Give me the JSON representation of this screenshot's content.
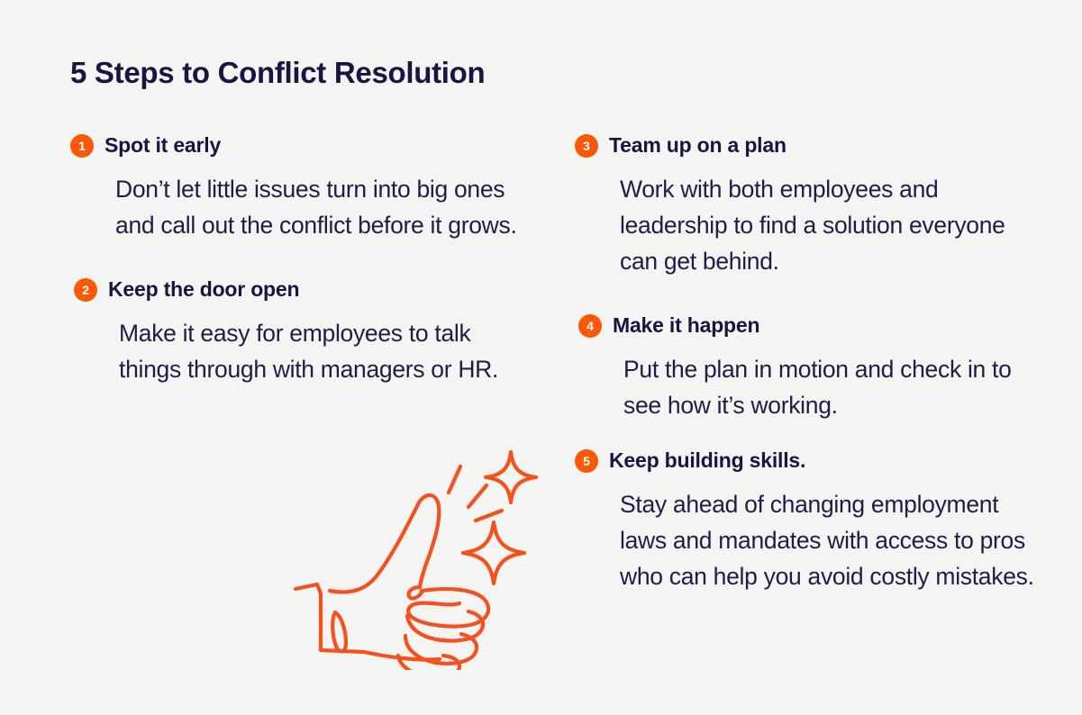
{
  "header": {
    "title": "5 Steps to Conflict Resolution"
  },
  "colors": {
    "background": "#f4f4f3",
    "accent_orange": "#fa5805",
    "text_navy": "#1d1240",
    "body_navy": "#231b47",
    "badge_text": "#ffffff"
  },
  "columns": {
    "left": [
      {
        "number": "1",
        "title": "Spot it early",
        "body": "Don’t let little issues turn into big ones and call out the conflict before it grows."
      },
      {
        "number": "2",
        "title": "Keep the door open",
        "body": "Make it easy for employees to talk things through with managers or HR."
      }
    ],
    "right": [
      {
        "number": "3",
        "title": "Team up on a plan",
        "body": "Work with both employees and leadership to find a solution everyone can get behind."
      },
      {
        "number": "4",
        "title": "Make it happen",
        "body": "Put the plan in motion and check in to see how it’s working."
      },
      {
        "number": "5",
        "title": "Keep building skills.",
        "body": "Stay ahead of changing employment laws and mandates with access to pros who can help you avoid costly mistakes."
      }
    ]
  },
  "illustration": {
    "name": "thumbs-up-with-sparkles",
    "stroke_color": "#f5511e"
  }
}
